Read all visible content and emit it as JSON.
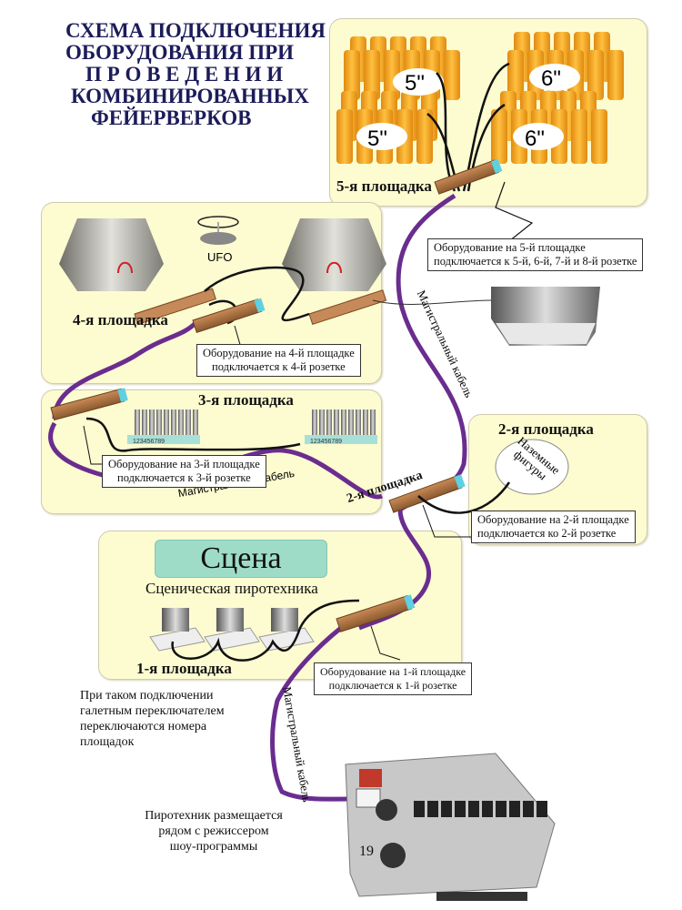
{
  "title": {
    "lines": [
      "СХЕМА ПОДКЛЮЧЕНИЯ",
      "ОБОРУДОВАНИЯ    ПРИ",
      "П Р О В Е Д Е Н И И",
      "КОМБИНИРОВАННЫХ",
      "ФЕЙЕРВЕРКОВ"
    ]
  },
  "sites": [
    {
      "id": 5,
      "label": "5-я площадка",
      "note": [
        "Оборудование на 5-й площадке",
        "подключается к 5-й, 6-й, 7-й и 8-й розетке"
      ],
      "shells": [
        "5\"",
        "5\"",
        "6\"",
        "6\""
      ]
    },
    {
      "id": 4,
      "label": "4-я площадка",
      "note": [
        "Оборудование  на 4-й площадке",
        "подключается к 4-й розетке"
      ],
      "device": "UFO"
    },
    {
      "id": 3,
      "label": "3-я площадка",
      "note": [
        "Оборудование на 3-й площадке",
        "подключается к 3-й розетке"
      ],
      "rack_numbers": "123456789"
    },
    {
      "id": 2,
      "label": "2-я площадка",
      "label_on_module": "2-я площадка",
      "note": [
        "Оборудование на 2-й площадке",
        "подключается ко 2-й розетке"
      ],
      "figure": "Наземные фигуры"
    },
    {
      "id": 1,
      "label": "1-я площадка",
      "note": [
        "Оборудование на 1-й площадке",
        "подключается к 1-й розетке"
      ],
      "scene": "Сцена",
      "scene_sub": "Сценическая пиротехника"
    }
  ],
  "cable_label": "Магистральный кабель",
  "notes": {
    "switch_note": [
      "При таком подключении",
      "галетным переключателем",
      "переключаются номера",
      "площадок"
    ],
    "operator_note": [
      "Пиротехник размещается",
      "рядом с режиссером",
      "шоу-программы"
    ]
  },
  "page_number": "19",
  "colors": {
    "panel": "#fdfbd0",
    "cable": "#6a2d8f",
    "title": "#1c1c5a",
    "shell": "#f5a623",
    "scene": "#9edcc8"
  }
}
